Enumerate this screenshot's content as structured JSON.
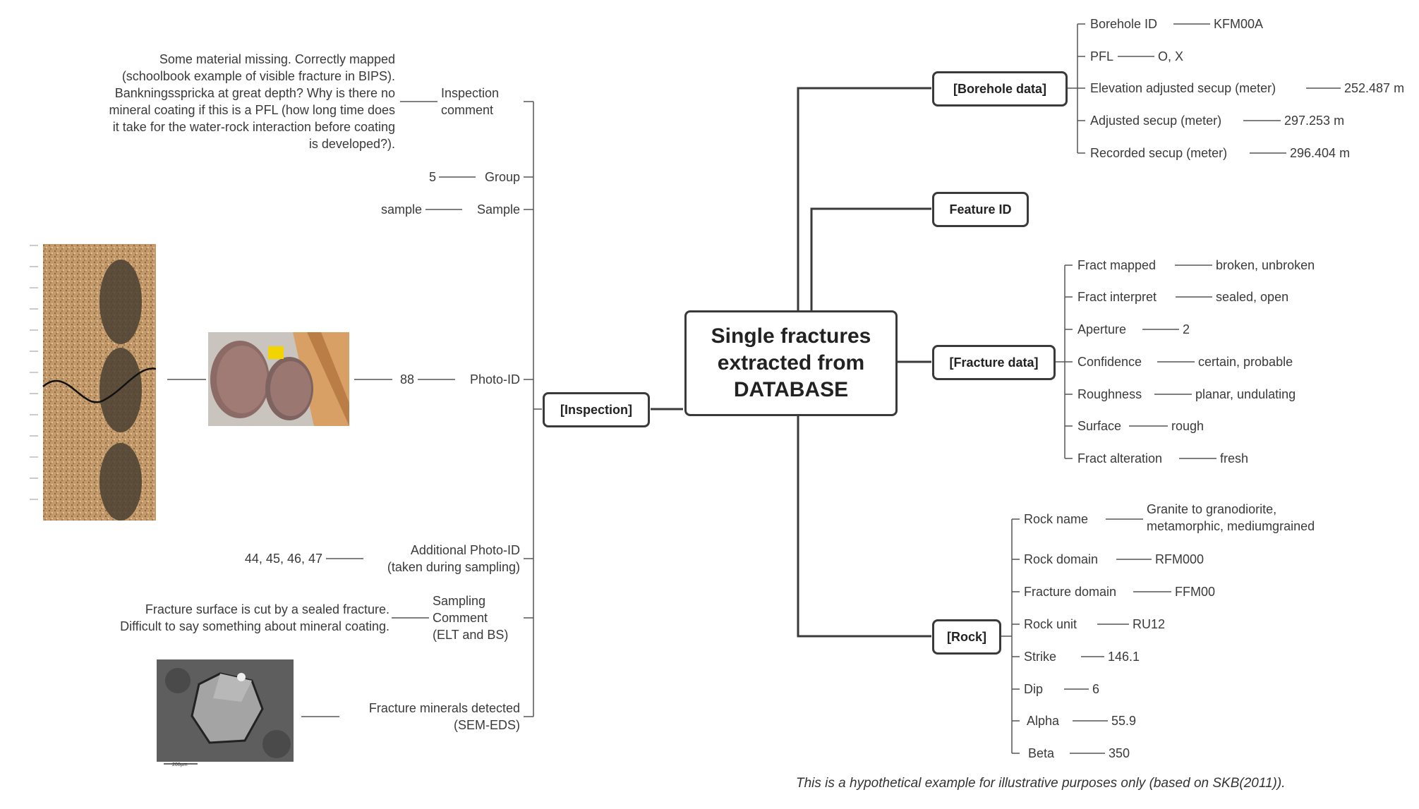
{
  "center": {
    "title": "Single fractures\nextracted from\nDATABASE"
  },
  "branches": {
    "borehole": {
      "label": "[Borehole data]",
      "items": [
        {
          "key": "Borehole ID",
          "value": "KFM00A"
        },
        {
          "key": "PFL",
          "value": "O, X"
        },
        {
          "key": "Elevation adjusted secup (meter)",
          "value": "252.487 m"
        },
        {
          "key": "Adjusted secup (meter)",
          "value": "297.253 m"
        },
        {
          "key": "Recorded secup (meter)",
          "value": "296.404 m"
        }
      ]
    },
    "feature": {
      "label": "Feature ID"
    },
    "fracture": {
      "label": "[Fracture data]",
      "items": [
        {
          "key": "Fract mapped",
          "value": "broken, unbroken"
        },
        {
          "key": "Fract interpret",
          "value": "sealed, open"
        },
        {
          "key": "Aperture",
          "value": "2"
        },
        {
          "key": "Confidence",
          "value": "certain, probable"
        },
        {
          "key": "Roughness",
          "value": "planar, undulating"
        },
        {
          "key": "Surface",
          "value": "rough"
        },
        {
          "key": "Fract alteration",
          "value": "fresh"
        }
      ]
    },
    "rock": {
      "label": "[Rock]",
      "items": [
        {
          "key": "Rock name",
          "value": "Granite to granodiorite,\nmetamorphic, mediumgrained"
        },
        {
          "key": "Rock domain",
          "value": "RFM000"
        },
        {
          "key": "Fracture domain",
          "value": "FFM00"
        },
        {
          "key": "Rock unit",
          "value": "RU12"
        },
        {
          "key": "Strike",
          "value": "146.1"
        },
        {
          "key": "Dip",
          "value": "6"
        },
        {
          "key": "Alpha",
          "value": "55.9"
        },
        {
          "key": "Beta",
          "value": "350"
        }
      ]
    },
    "inspection": {
      "label": "[Inspection]",
      "items": [
        {
          "key": "Inspection\ncomment",
          "value": "Some material missing. Correctly mapped\n(schoolbook example of visible fracture in BIPS).\nBankningsspricka at great depth? Why is there no\nmineral coating if this is a PFL (how long time does\nit take for the water-rock interaction before coating\nis developed?)."
        },
        {
          "key": "Group",
          "value": "5"
        },
        {
          "key": "Sample",
          "value": "sample"
        },
        {
          "key": "Photo-ID",
          "value": "88"
        },
        {
          "key": "Additional Photo-ID\n(taken during sampling)",
          "value": "44, 45, 46, 47"
        },
        {
          "key": "Sampling\nComment\n(ELT and BS)",
          "value": "Fracture surface is cut by a sealed fracture.\nDifficult to say something about mineral coating."
        },
        {
          "key": "Fracture minerals detected\n(SEM-EDS)"
        }
      ]
    }
  },
  "images": {
    "bips": {
      "icon": "borehole-image"
    },
    "core": {
      "icon": "core-sample-photo"
    },
    "sem": {
      "icon": "sem-image",
      "scale_label": "200µm"
    }
  },
  "footnote": "This is a hypothetical example for illustrative purposes only (based on SKB(2011))."
}
